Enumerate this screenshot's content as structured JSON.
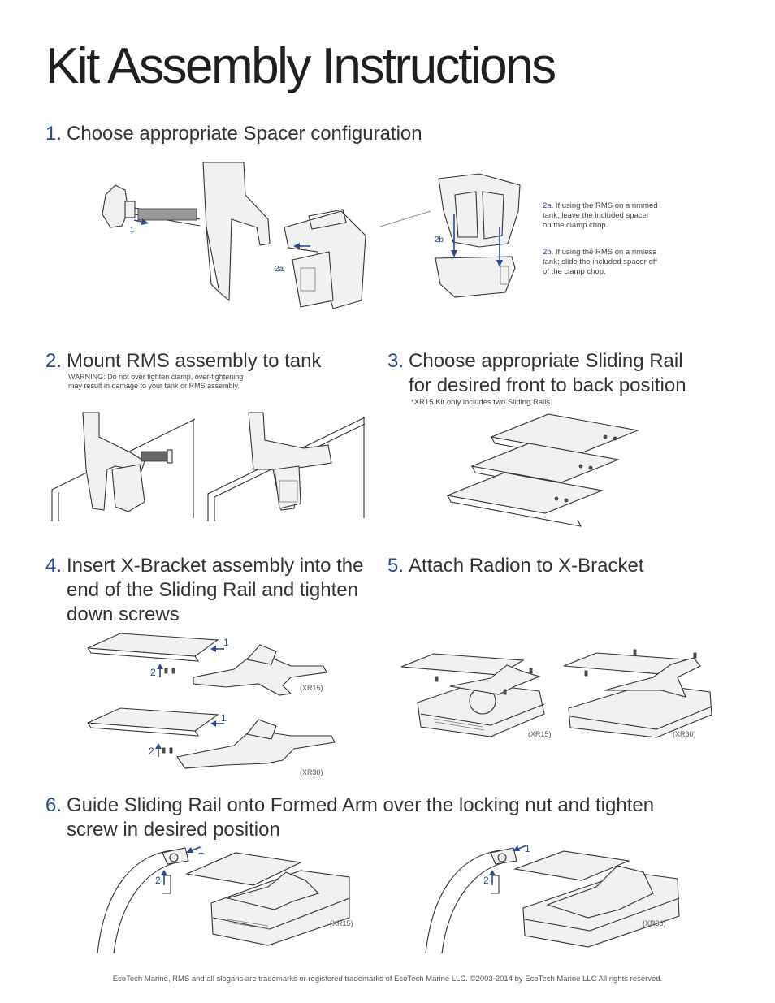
{
  "title": "Kit Assembly Instructions",
  "steps": [
    {
      "num": "1.",
      "text": "Choose appropriate Spacer configuration"
    },
    {
      "num": "2.",
      "text": "Mount RMS assembly to tank"
    },
    {
      "num": "3.",
      "text_line1": "Choose appropriate Sliding Rail",
      "text_line2": "for desired front to back position"
    },
    {
      "num": "4.",
      "text_line1": "Insert X-Bracket assembly into the",
      "text_line2": "end of the Sliding Rail and tighten",
      "text_line3": "down screws"
    },
    {
      "num": "5.",
      "text": "Attach Radion to X-Bracket"
    },
    {
      "num": "6.",
      "text_line1": "Guide Sliding Rail onto Formed Arm over the locking nut and tighten",
      "text_line2": "screw in desired position"
    }
  ],
  "step1_notes": {
    "a_label": "2a.",
    "a_text_line1": " If using the RMS on a rimmed",
    "a_text_line2": "tank; leave the included spacer",
    "a_text_line3": "on the clamp chop.",
    "b_label": "2b.",
    "b_text_line1": " If using the RMS on a rimless",
    "b_text_line2": "tank; slide the included spacer off",
    "b_text_line3": "of the clamp chop."
  },
  "step2_warning_line1": "WARNING: Do not over tighten clamp, over-tightening",
  "step2_warning_line2": "may result in damage to your tank or RMS assembly.",
  "step3_note": "*XR15 Kit only includes two Sliding Rails.",
  "callouts": {
    "one": "1",
    "two": "2",
    "two_a": "2a",
    "two_b": "2b"
  },
  "models": {
    "xr15": "(XR15)",
    "xr30": "(XR30)"
  },
  "footer": "EcoTech Marine, RMS and all slogans are trademarks or registered trademarks of EcoTech Marine LLC. ©2003-2014 by EcoTech Marine LLC All rights reserved.",
  "colors": {
    "accent": "#2b4a8f",
    "text": "#333333"
  }
}
